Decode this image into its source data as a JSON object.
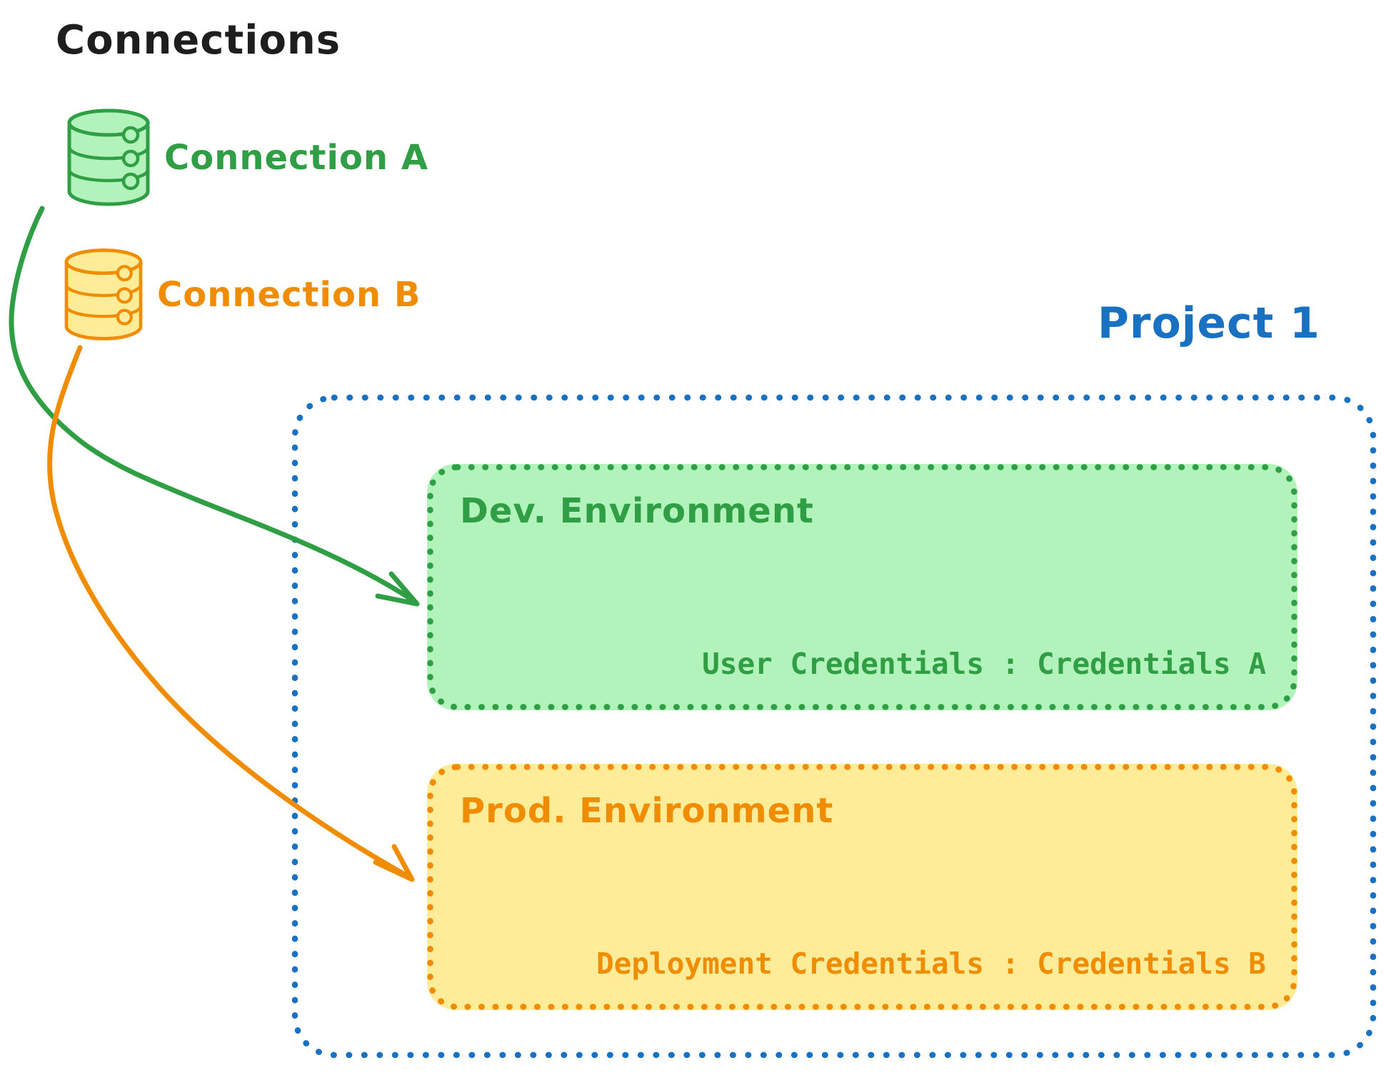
{
  "canvas": {
    "background": "#ffffff"
  },
  "colors": {
    "text_black": "#1e1e1e",
    "green_stroke": "#2f9e44",
    "green_fill": "#b2f2bb",
    "orange_stroke": "#f08c00",
    "orange_fill": "#ffec99",
    "blue_stroke": "#1971c2"
  },
  "connections_panel": {
    "title": "Connections",
    "items": [
      {
        "id": "connection-a",
        "label": "Connection A",
        "icon": "database-icon",
        "color": "#2f9e44",
        "fill": "#b2f2bb"
      },
      {
        "id": "connection-b",
        "label": "Connection B",
        "icon": "database-icon",
        "color": "#f08c00",
        "fill": "#ffec99"
      }
    ]
  },
  "project": {
    "title": "Project 1",
    "border_color": "#1971c2",
    "environments": [
      {
        "name": "Dev. Environment",
        "credentials_text": "User Credentials : Credentials A",
        "color": "#2f9e44",
        "fill": "#b2f2bb"
      },
      {
        "name": "Prod. Environment",
        "credentials_text": "Deployment Credentials : Credentials B",
        "color": "#f08c00",
        "fill": "#ffec99"
      }
    ]
  },
  "arrows": [
    {
      "from": "Connection A",
      "to": "Dev. Environment",
      "color": "#2f9e44"
    },
    {
      "from": "Connection B",
      "to": "Prod. Environment",
      "color": "#f08c00"
    }
  ]
}
